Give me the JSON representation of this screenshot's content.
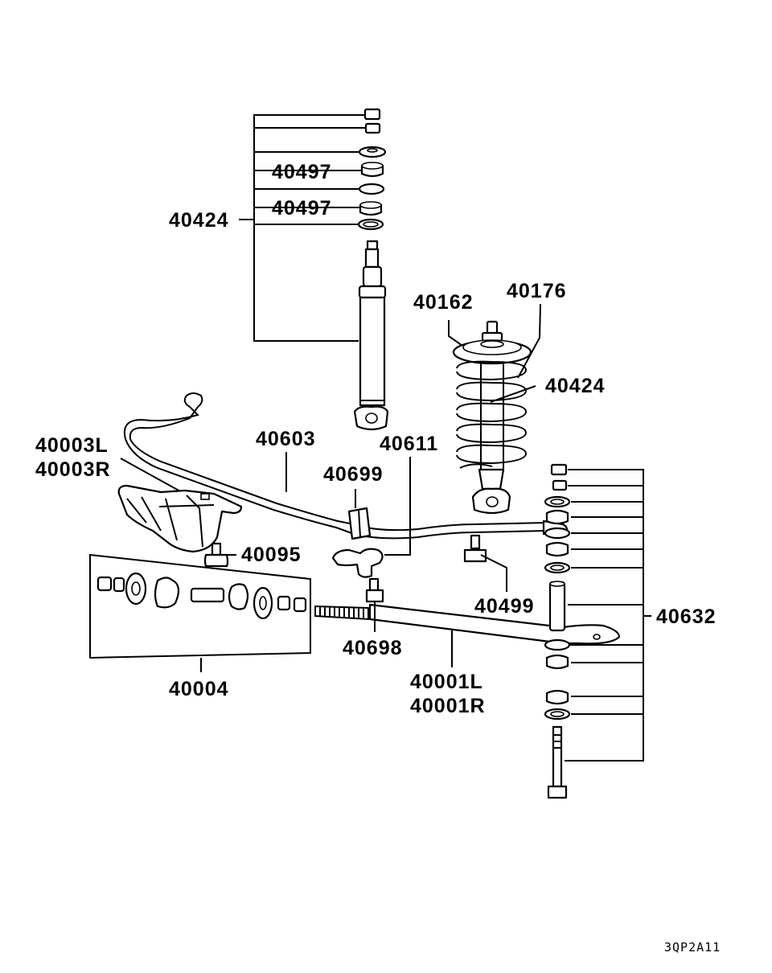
{
  "part_labels": {
    "p40424_top": "40424",
    "p40497_a": "40497",
    "p40497_b": "40497",
    "p40162": "40162",
    "p40176": "40176",
    "p40424_spring": "40424",
    "p40003L": "40003L",
    "p40003R": "40003R",
    "p40603": "40603",
    "p40611": "40611",
    "p40699": "40699",
    "p40095": "40095",
    "p40499": "40499",
    "p40632": "40632",
    "p40698": "40698",
    "p40001L": "40001L",
    "p40001R": "40001R",
    "p40004": "40004"
  },
  "drawing_code": "3QP2A11"
}
